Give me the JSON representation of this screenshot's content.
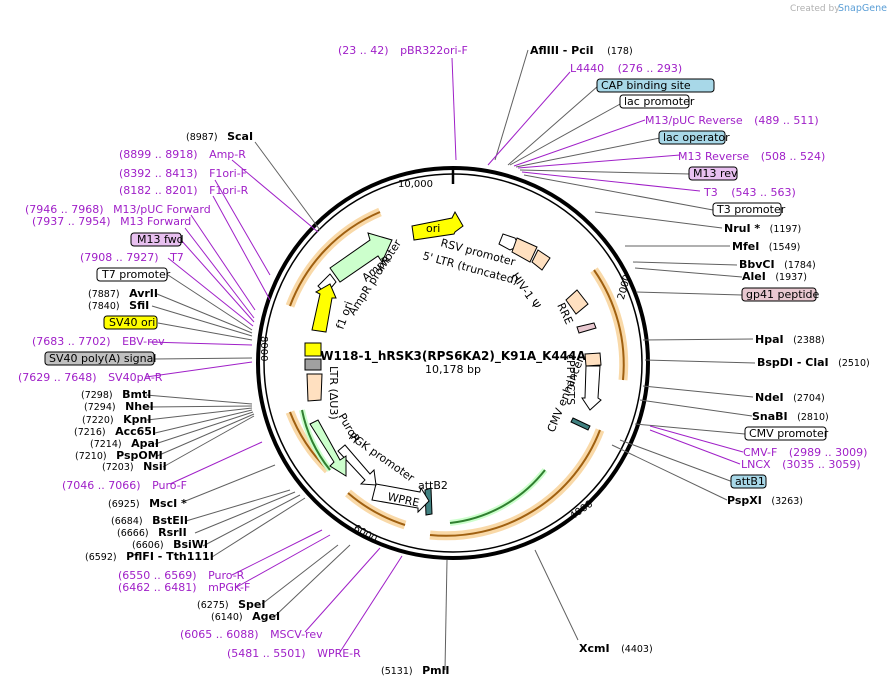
{
  "branding": {
    "created_by": "Created by",
    "product": "SnapGene"
  },
  "plasmid": {
    "name": "W118-1_hRSK3(RPS6KA2)_K91A_K444A",
    "length": "10,178 bp"
  },
  "ticks": [
    {
      "label": "10,000",
      "angle": 0
    },
    {
      "label": "2000",
      "angle": 70.7
    },
    {
      "label": "4000",
      "angle": 141.5
    },
    {
      "label": "6000",
      "angle": 212.2
    },
    {
      "label": "8000",
      "angle": 282.9
    }
  ],
  "features": [
    {
      "name": "ori",
      "angle_start": 346,
      "angle_end": 7,
      "type": "arrow",
      "color": "#ffff00"
    },
    {
      "name": "AmpR",
      "angle_start": 330,
      "angle_end": 282,
      "type": "arrow",
      "color": "#ccffcc"
    },
    {
      "name": "AmpR promoter",
      "type": "arrow",
      "color": "#ffffff"
    },
    {
      "name": "f1 ori",
      "type": "arrow",
      "color": "#ffff00"
    },
    {
      "name": "RSV promoter",
      "type": "arrow",
      "color": "#ffffff"
    },
    {
      "name": "5' LTR (truncated)",
      "type": "box",
      "color": "#ffe0c0"
    },
    {
      "name": "HIV-1 Ψ",
      "type": "label",
      "color": "#000000"
    },
    {
      "name": "RRE",
      "type": "box",
      "color": "#ffe0c0"
    },
    {
      "name": "cPPT/CTS",
      "type": "box",
      "color": "#ffe0c0"
    },
    {
      "name": "CMV enhancer",
      "type": "arrow",
      "color": "#ffffff"
    },
    {
      "name": "attB2",
      "type": "box",
      "color": "#408080"
    },
    {
      "name": "WPRE",
      "type": "arrow",
      "color": "#ffffff"
    },
    {
      "name": "PGK promoter",
      "type": "arrow",
      "color": "#ffffff"
    },
    {
      "name": "PuroR",
      "type": "arrow",
      "color": "#ccffcc"
    },
    {
      "name": "LTR (ΔU3)",
      "type": "box",
      "color": "#ffe0c0"
    }
  ],
  "labels_left": [
    {
      "text": "(23 .. 42)",
      "name": "pBR322ori-F",
      "kind": "primer"
    },
    {
      "text": "(8987)",
      "name": "ScaI",
      "kind": "enzyme"
    },
    {
      "text": "(8899 .. 8918)",
      "name": "Amp-R",
      "kind": "primer"
    },
    {
      "text": "(8392 .. 8413)",
      "name": "F1ori-F",
      "kind": "primer"
    },
    {
      "text": "(8182 .. 8201)",
      "name": "F1ori-R",
      "kind": "primer"
    },
    {
      "text": "(7946 .. 7968)",
      "name": "M13/pUC Forward",
      "kind": "primer"
    },
    {
      "text": "(7937 .. 7954)",
      "name": "M13 Forward",
      "kind": "primer"
    },
    {
      "text": "",
      "name": "M13 fwd",
      "kind": "box",
      "color": "#e8c0f0"
    },
    {
      "text": "(7908 .. 7927)",
      "name": "T7",
      "kind": "primer"
    },
    {
      "text": "",
      "name": "T7 promoter",
      "kind": "box",
      "color": "#ffffff"
    },
    {
      "text": "(7887)",
      "name": "AvrII",
      "kind": "enzyme"
    },
    {
      "text": "(7840)",
      "name": "SfiI",
      "kind": "enzyme"
    },
    {
      "text": "",
      "name": "SV40 ori",
      "kind": "box",
      "color": "#ffff00"
    },
    {
      "text": "(7683 .. 7702)",
      "name": "EBV-rev",
      "kind": "primer"
    },
    {
      "text": "",
      "name": "SV40 poly(A) signal",
      "kind": "box",
      "color": "#c0c0c0"
    },
    {
      "text": "(7629 .. 7648)",
      "name": "SV40pA-R",
      "kind": "primer"
    },
    {
      "text": "(7298)",
      "name": "BmtI",
      "kind": "enzyme"
    },
    {
      "text": "(7294)",
      "name": "NheI",
      "kind": "enzyme"
    },
    {
      "text": "(7220)",
      "name": "KpnI",
      "kind": "enzyme"
    },
    {
      "text": "(7216)",
      "name": "Acc65I",
      "kind": "enzyme"
    },
    {
      "text": "(7214)",
      "name": "ApaI",
      "kind": "enzyme"
    },
    {
      "text": "(7210)",
      "name": "PspOMI",
      "kind": "enzyme"
    },
    {
      "text": "(7203)",
      "name": "NsiI",
      "kind": "enzyme"
    },
    {
      "text": "(7046 .. 7066)",
      "name": "Puro-F",
      "kind": "primer"
    },
    {
      "text": "(6925)",
      "name": "MscI *",
      "kind": "enzyme"
    },
    {
      "text": "(6684)",
      "name": "BstEII",
      "kind": "enzyme"
    },
    {
      "text": "(6666)",
      "name": "RsrII",
      "kind": "enzyme"
    },
    {
      "text": "(6606)",
      "name": "BsiWI",
      "kind": "enzyme"
    },
    {
      "text": "(6592)",
      "name": "PflFI  - Tth111I",
      "kind": "enzyme"
    },
    {
      "text": "(6550 .. 6569)",
      "name": "Puro-R",
      "kind": "primer"
    },
    {
      "text": "(6462 .. 6481)",
      "name": "mPGK-F",
      "kind": "primer"
    },
    {
      "text": "(6275)",
      "name": "SpeI",
      "kind": "enzyme"
    },
    {
      "text": "(6140)",
      "name": "AgeI",
      "kind": "enzyme"
    },
    {
      "text": "(6065 .. 6088)",
      "name": "MSCV-rev",
      "kind": "primer"
    },
    {
      "text": "(5481 .. 5501)",
      "name": "WPRE-R",
      "kind": "primer"
    },
    {
      "text": "(5131)",
      "name": "PmlI",
      "kind": "enzyme"
    }
  ],
  "labels_right": [
    {
      "name": "AflIII  - PciI",
      "text": "(178)",
      "kind": "enzyme"
    },
    {
      "name": "L4440",
      "text": "(276 .. 293)",
      "kind": "primer"
    },
    {
      "name": "CAP binding site",
      "text": "",
      "kind": "box",
      "color": "#a8d8e8"
    },
    {
      "name": "lac promoter",
      "text": "",
      "kind": "box",
      "color": "#ffffff"
    },
    {
      "name": "M13/pUC Reverse",
      "text": "(489 .. 511)",
      "kind": "primer"
    },
    {
      "name": "lac operator",
      "text": "",
      "kind": "box",
      "color": "#a8d8e8"
    },
    {
      "name": "M13 Reverse",
      "text": "(508 .. 524)",
      "kind": "primer"
    },
    {
      "name": "M13 rev",
      "text": "",
      "kind": "box",
      "color": "#e8c0f0"
    },
    {
      "name": "T3",
      "text": "(543 .. 563)",
      "kind": "primer"
    },
    {
      "name": "T3 promoter",
      "text": "",
      "kind": "box",
      "color": "#ffffff"
    },
    {
      "name": "NruI *",
      "text": "(1197)",
      "kind": "enzyme"
    },
    {
      "name": "MfeI",
      "text": "(1549)",
      "kind": "enzyme"
    },
    {
      "name": "BbvCI",
      "text": "(1784)",
      "kind": "enzyme"
    },
    {
      "name": "AleI",
      "text": "(1937)",
      "kind": "enzyme"
    },
    {
      "name": "gp41 peptide",
      "text": "",
      "kind": "box",
      "color": "#e8c8d0"
    },
    {
      "name": "HpaI",
      "text": "(2388)",
      "kind": "enzyme"
    },
    {
      "name": "BspDI  - ClaI",
      "text": "(2510)",
      "kind": "enzyme"
    },
    {
      "name": "NdeI",
      "text": "(2704)",
      "kind": "enzyme"
    },
    {
      "name": "SnaBI",
      "text": "(2810)",
      "kind": "enzyme"
    },
    {
      "name": "CMV promoter",
      "text": "",
      "kind": "box",
      "color": "#ffffff"
    },
    {
      "name": "CMV-F",
      "text": "(2989 .. 3009)",
      "kind": "primer"
    },
    {
      "name": "LNCX",
      "text": "(3035 .. 3059)",
      "kind": "primer"
    },
    {
      "name": "attB1",
      "text": "",
      "kind": "box",
      "color": "#a8d8e8"
    },
    {
      "name": "PspXI",
      "text": "(3263)",
      "kind": "enzyme"
    },
    {
      "name": "XcmI",
      "text": "(4403)",
      "kind": "enzyme"
    }
  ]
}
